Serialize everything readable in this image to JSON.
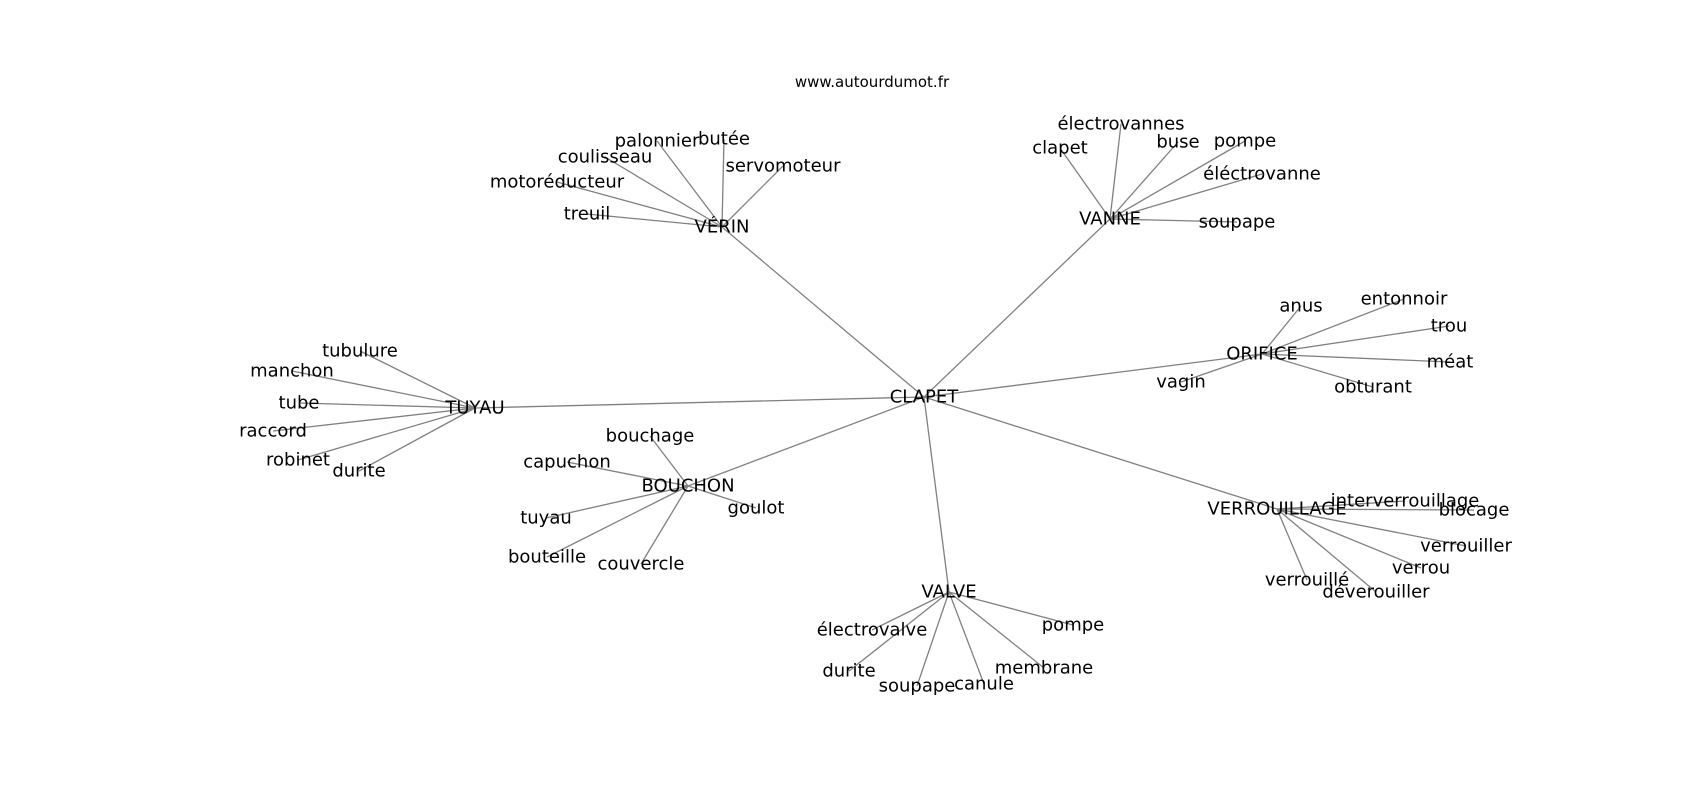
{
  "source": "www.autourdumot.fr",
  "colors": {
    "edge": "#808080",
    "text": "#000000",
    "background": "#ffffff"
  },
  "graph": {
    "center": "CLAPET",
    "groups": [
      {
        "hub": "VÉRIN",
        "leaves": [
          "palonnier",
          "butée",
          "coulisseau",
          "servomoteur",
          "motoréducteur",
          "treuil"
        ]
      },
      {
        "hub": "VANNE",
        "leaves": [
          "électrovannes",
          "clapet",
          "buse",
          "pompe",
          "éléctrovanne",
          "soupape"
        ]
      },
      {
        "hub": "ORIFICE",
        "leaves": [
          "anus",
          "entonnoir",
          "trou",
          "méat",
          "vagin",
          "obturant"
        ]
      },
      {
        "hub": "TUYAU",
        "leaves": [
          "tubulure",
          "manchon",
          "tube",
          "raccord",
          "robinet",
          "durite"
        ]
      },
      {
        "hub": "BOUCHON",
        "leaves": [
          "bouchage",
          "capuchon",
          "goulot",
          "tuyau",
          "bouteille",
          "couvercle"
        ]
      },
      {
        "hub": "VERROUILLAGE",
        "leaves": [
          "interverrouillage",
          "blocage",
          "verrouiller",
          "verrou",
          "verrouillé",
          "déverouiller"
        ]
      },
      {
        "hub": "VALVE",
        "leaves": [
          "électrovalve",
          "pompe",
          "durite",
          "membrane",
          "soupape",
          "canule"
        ]
      }
    ]
  }
}
